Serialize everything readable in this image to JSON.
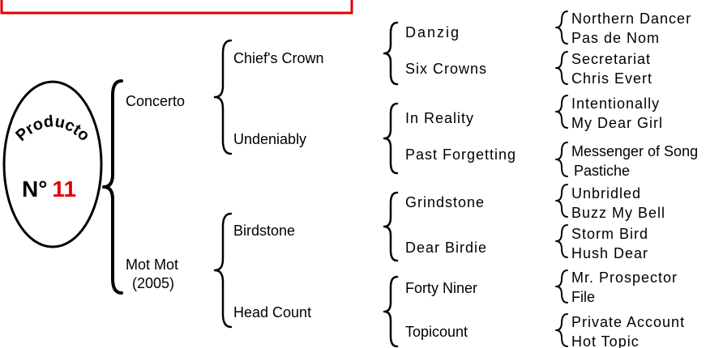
{
  "colors": {
    "accent": "#e10000",
    "line": "#000000",
    "text": "#000000"
  },
  "badge": {
    "arc_word": "Producto",
    "no_prefix": "N°",
    "number": "11"
  },
  "tree": {
    "level1": [
      "Concerto",
      "Mot Mot"
    ],
    "mot_mot_year": "(2005)",
    "level2": [
      "Chief's Crown",
      "Undeniably",
      "Birdstone",
      "Head Count"
    ],
    "level3": [
      "Danzig",
      "Six Crowns",
      "In Reality",
      "Past Forgetting",
      "Grindstone",
      "Dear Birdie",
      "Forty Niner",
      "Topicount"
    ],
    "level4": [
      "Northern Dancer",
      "Pas de Nom",
      "Secretariat",
      "Chris Evert",
      "Intentionally",
      "My Dear Girl",
      "Messenger of Song",
      "Pastiche",
      "Unbridled",
      "Buzz My Bell",
      "Storm Bird",
      "Hush Dear",
      "Mr. Prospector",
      "File",
      "Private Account",
      "Hot Topic"
    ]
  }
}
